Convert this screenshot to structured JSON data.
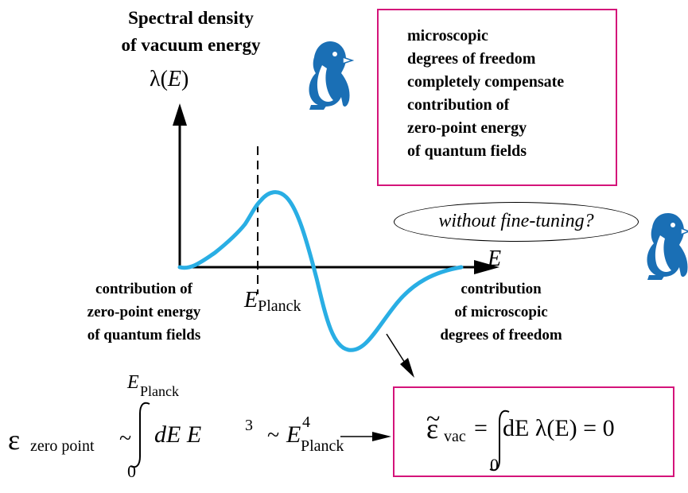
{
  "title": {
    "line1": "Spectral density",
    "line2": "of vacuum energy"
  },
  "axes": {
    "y_label_symbol": "λ(",
    "y_label_var": "E",
    "y_label_close": ")",
    "x_label": "E"
  },
  "planck_marker": {
    "main": "E",
    "sub": "Planck"
  },
  "box_text": [
    "microscopic",
    "degrees of freedom",
    "completely compensate",
    "contribution of",
    "zero-point energy",
    "of quantum fields"
  ],
  "question": "without fine-tuning?",
  "contribution_left": [
    "contribution of",
    "zero-point energy",
    "of quantum fields"
  ],
  "contribution_right": [
    "contribution",
    "of microscopic",
    "degrees of freedom"
  ],
  "formula_left": {
    "epsilon": "ε",
    "epsilon_sub": "zero point",
    "tilde1": "~",
    "upper_limit_main": "E",
    "upper_limit_sub": "Planck",
    "lower_limit": "0",
    "integrand": "dE E",
    "integrand_exp": "3",
    "tilde2": "~",
    "result_main": "E",
    "result_sub": "Planck",
    "result_exp": "4"
  },
  "formula_right": {
    "epsilon": "ε",
    "tilde_mark": "~",
    "epsilon_sub": "vac",
    "equals": "=",
    "integrand": "dE λ(E) = 0",
    "lower_limit": "0"
  },
  "colors": {
    "curve": "#29aee4",
    "box_border": "#d4147a",
    "penguin": "#1a6fb5"
  },
  "icons": [
    "penguin-icon",
    "penguin-icon"
  ]
}
